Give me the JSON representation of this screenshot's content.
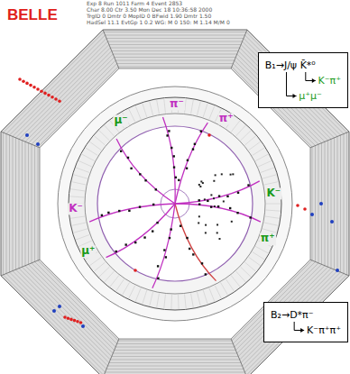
{
  "diagram": {
    "nodes": [
      {
        "text": [
          "B₁→J/ψ K̄*⁰",
          "K⁻π⁺",
          "μ⁺μ⁻"
        ]
      },
      {
        "text": [
          "B₂→D*π⁻",
          "K⁻π⁺π⁺"
        ]
      }
    ],
    "labels": [
      "BELLE",
      "Exp 8 Run 1011 Farm 4 Event 2853",
      "Char 8.00 Ctr 3.50 Mon Dec 18 10:36:58 2000",
      "TrgID 0 Dmtr 0 MopID 0 BFwid 1.90 Dmtr 1.50",
      "HadSel 11.1 EvtGp 1 0.2 WG: M 0 150: M 1.14 M/M 0",
      "μ⁻",
      "π⁻",
      "π⁺",
      "K⁻",
      "π⁺",
      "K⁻",
      "μ⁺"
    ]
  }
}
